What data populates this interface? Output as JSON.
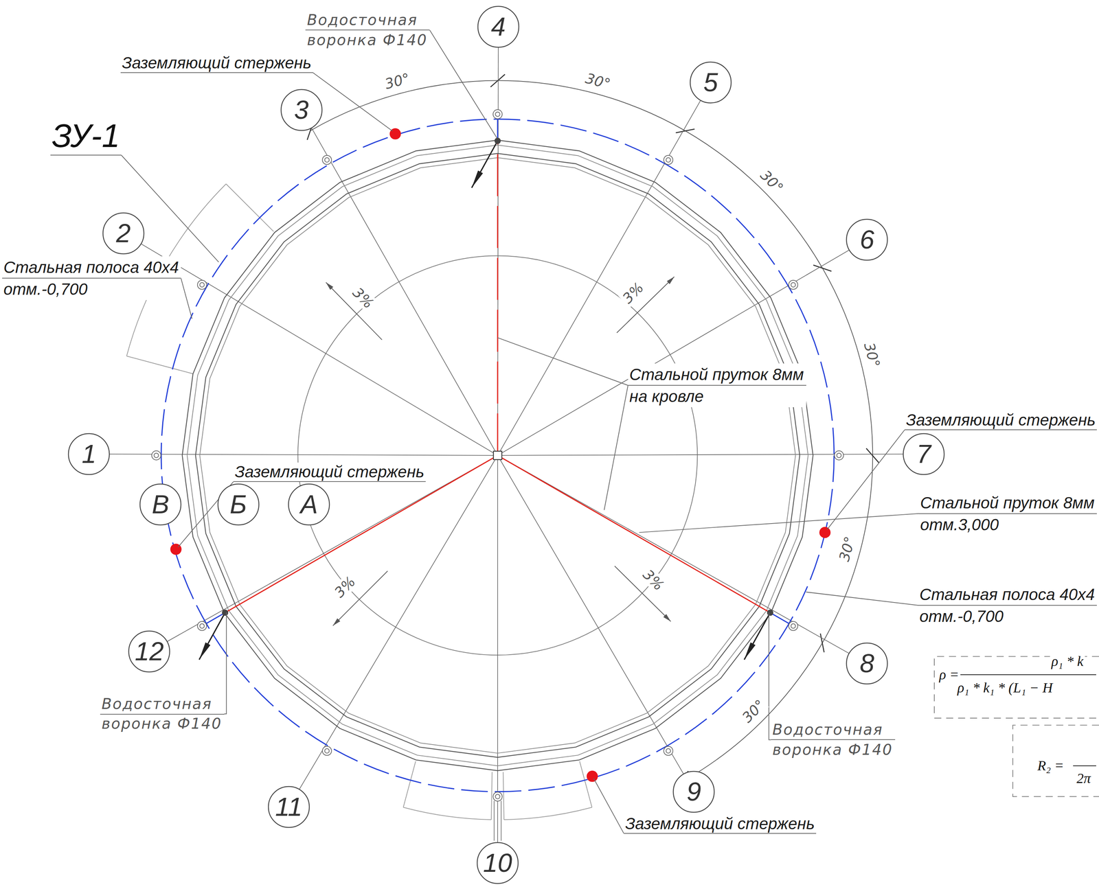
{
  "diagram": {
    "nodes": [
      {
        "text": [
          "1"
        ]
      },
      {
        "text": [
          "2"
        ]
      },
      {
        "text": [
          "3"
        ]
      },
      {
        "text": [
          "4"
        ]
      },
      {
        "text": [
          "5"
        ]
      },
      {
        "text": [
          "6"
        ]
      },
      {
        "text": [
          "7"
        ]
      },
      {
        "text": [
          "8"
        ]
      },
      {
        "text": [
          "9"
        ]
      },
      {
        "text": [
          "10"
        ]
      },
      {
        "text": [
          "11"
        ]
      },
      {
        "text": [
          "12"
        ]
      },
      {
        "text": [
          "В"
        ]
      },
      {
        "text": [
          "Б"
        ]
      },
      {
        "text": [
          "А"
        ]
      }
    ],
    "labels": [
      "ЗУ-1",
      "Водосточная воронка Ф140",
      "Заземляющий стержень",
      "Стальная полоса 40х4 отм.-0,700",
      "Стальной пруток 8мм на кровле",
      "Заземляющий стержень",
      "Стальной пруток 8мм отм.3,000",
      "Заземляющий стержень",
      "Стальная полоса 40х4 отм.-0,700",
      "Водосточная воронка Ф140",
      "Водосточная воронка Ф140",
      "Заземляющий стержень",
      "30°",
      "30°",
      "30°",
      "30°",
      "30°",
      "30°",
      "3%",
      "3%",
      "3%",
      "3%",
      "ρ =",
      "ρ₁ * k",
      "ρ₁ * k₁ * (L₁ − H",
      "R₂ =",
      "2π"
    ]
  }
}
